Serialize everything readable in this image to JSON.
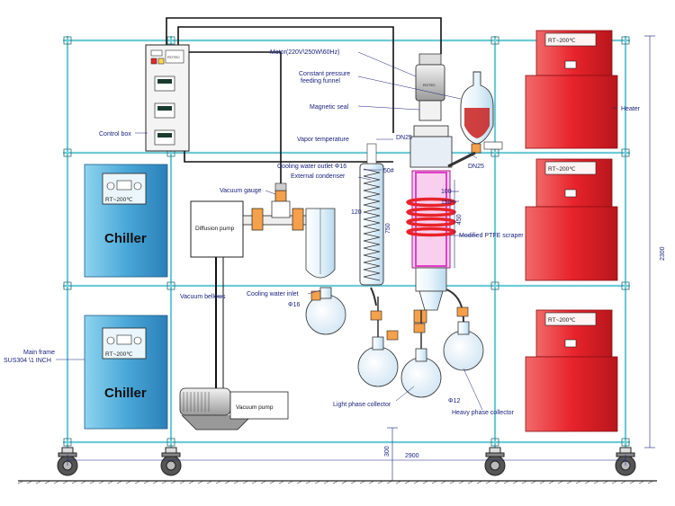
{
  "labels": {
    "motor": "Motor(220V\\250W\\60Hz)",
    "funnel_1": "Constant pressure",
    "funnel_2": "feeding funnel",
    "magnetic_seal": "Magnetic seal",
    "vapor_temp": "Vapor temperature",
    "dn25_top": "DN25",
    "cw_outlet": "Cooling water outlet Φ16",
    "fifty_b": "50#",
    "ext_condenser": "External condenser",
    "dn25_right": "DN25",
    "control_box": "Control box",
    "vacuum_gauge": "Vacuum gauge",
    "diffusion_pump": "Diffusion pump",
    "ptfe": "Modified PTFE scraper",
    "cw_inlet": "Cooling water inlet",
    "phi16": "Φ16",
    "vacuum_bellows": "Vacuum bellows",
    "main_frame_1": "Main frame",
    "main_frame_2": "SUS304 \\1 INCH",
    "vacuum_pump": "Vacuum pump",
    "light_collector": "Light phase collector",
    "phi12": "Φ12",
    "heavy_collector": "Heavy phase collector",
    "heater": "Heater",
    "chiller_top": "Chiller",
    "chiller_bottom": "Chiller",
    "chiller_display": "RT~200℃",
    "heater_display": "RT~200℃",
    "panel_text": "ROTEC"
  },
  "dimensions": {
    "d100": "100",
    "d150": "150",
    "d450": "450",
    "d120": "120",
    "d750": "750",
    "d2300": "2300",
    "d2900": "2900",
    "d300": "300"
  },
  "colors": {
    "frame": "#6ecbd6",
    "heater": "#e8232b",
    "chiller": "#5bb2dc",
    "label": "#1a237e",
    "pipe": "#111111",
    "scraper": "#e040c8"
  }
}
